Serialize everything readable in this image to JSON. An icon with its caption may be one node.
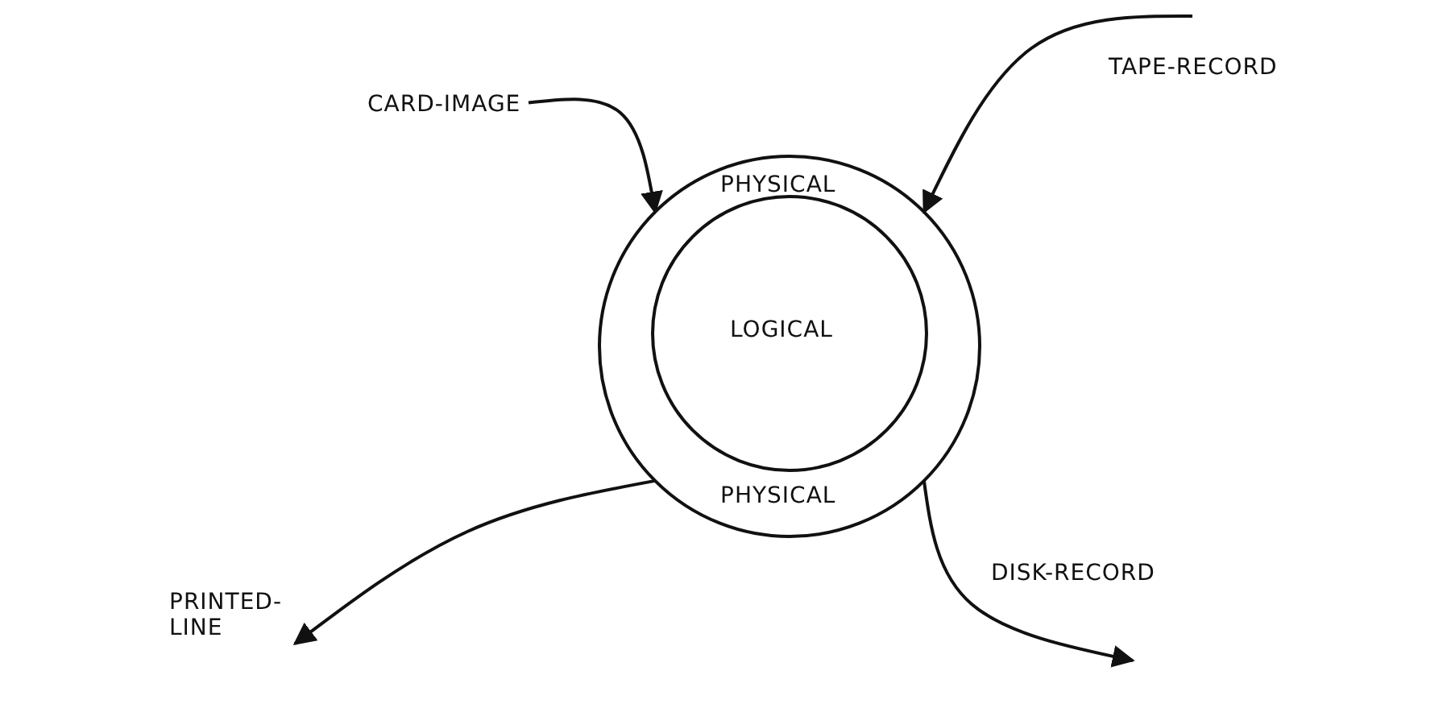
{
  "diagram": {
    "nodes": [
      {
        "text": [
          "PHYSICAL",
          "PHYSICAL"
        ]
      },
      {
        "text": [
          "LOGICAL"
        ],
        "in": 0
      },
      {
        "text": [
          "CARD-IMAGE"
        ]
      },
      {
        "text": [
          "TAPE-RECORD"
        ]
      },
      {
        "text": [
          "PRINTED-LINE"
        ]
      },
      {
        "text": [
          "DISK-RECORD"
        ]
      }
    ],
    "edges": [
      {
        "from": 2,
        "to": 0,
        "arrow": "to"
      },
      {
        "from": 3,
        "to": 0,
        "arrow": "to"
      },
      {
        "from": 0,
        "to": 4,
        "arrow": "to"
      },
      {
        "from": 0,
        "to": 5,
        "arrow": "to"
      }
    ]
  }
}
